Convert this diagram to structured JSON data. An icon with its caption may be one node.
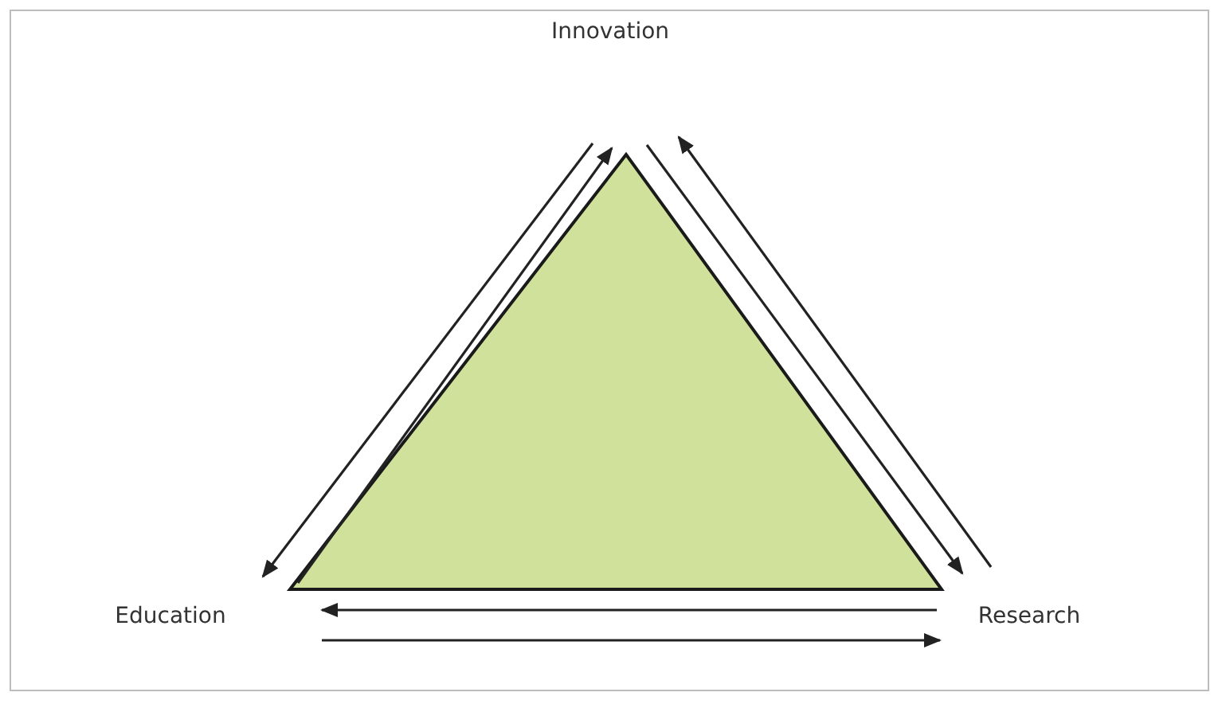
{
  "diagram": {
    "nodes": [
      {
        "text": [
          "Innovation"
        ]
      },
      {
        "text": [
          "Education"
        ]
      },
      {
        "text": [
          "Research"
        ]
      }
    ],
    "edges": [
      {
        "from": 0,
        "to": 1,
        "arrow": "to"
      },
      {
        "from": 1,
        "to": 0,
        "arrow": "to"
      },
      {
        "from": 0,
        "to": 2,
        "arrow": "to"
      },
      {
        "from": 2,
        "to": 0,
        "arrow": "to"
      },
      {
        "from": 2,
        "to": 1,
        "arrow": "to"
      },
      {
        "from": 1,
        "to": 2,
        "arrow": "to"
      }
    ]
  }
}
